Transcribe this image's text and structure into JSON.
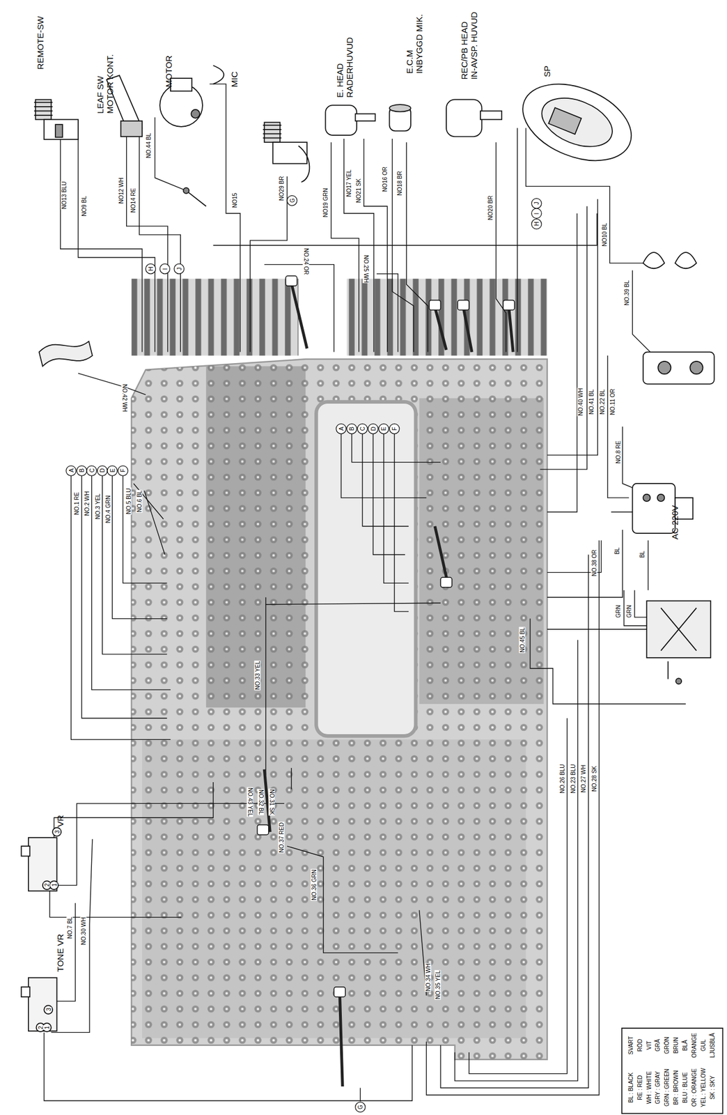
{
  "diagram": {
    "nodes": [
      {
        "text": [
          "REMOTE-SW"
        ]
      },
      {
        "text": [
          "LEAF SW",
          "MOTOR KONT."
        ]
      },
      {
        "text": [
          "MOTOR"
        ]
      },
      {
        "text": [
          "MIC"
        ]
      },
      {
        "text": [
          "E. HEAD",
          "RADERHUVUD"
        ]
      },
      {
        "text": [
          "E.C.M",
          "INBYGGD MIK."
        ]
      },
      {
        "text": [
          "REC/PB HEAD",
          "IN-AVSP. HUVUD"
        ]
      },
      {
        "text": [
          "SP"
        ]
      },
      {
        "text": [
          "AC 220V"
        ]
      },
      {
        "text": [
          "VR"
        ]
      },
      {
        "text": [
          "TONE VR"
        ]
      }
    ],
    "labels": [
      "NO13 BLU",
      "NO9 BL",
      "NO12 WH",
      "NO14 RE",
      "NO.44 BL",
      "NO15",
      "NO29 BR",
      "G",
      "NO19 GRN",
      "NO17 YEL",
      "NO21 SK",
      "NO16 OR",
      "NO18 BR",
      "NO20 BR",
      "NO.24 OR",
      "NO.25 WH",
      "H",
      "I",
      "J",
      "H",
      "I",
      "J",
      "NO10 BL",
      "NO.39 BL",
      "NO.42 WH",
      "NO.40 WH",
      "NO.41 BL",
      "NO.22 BL",
      "NO.11 OR",
      "NO.8 RE",
      "NO.38 OR",
      "BL",
      "BL",
      "GRN",
      "GRN",
      "NO.45 BL",
      "A",
      "B",
      "C",
      "D",
      "E",
      "F",
      "NO.1 RE",
      "NO.2 WH",
      "NO.3 YEL",
      "NO.4 GRN",
      "NO.5 BLU",
      "NO.6 BL",
      "A",
      "B",
      "C",
      "D",
      "E",
      "F",
      "NO.33 YEL",
      "NO.26 BLU",
      "NO.23 BLU",
      "NO.27 WH",
      "NO.28 SK",
      "NO.43 YEL",
      "NO.32 BL",
      "NO.31 SK",
      "NO.37 RED",
      "NO.36 GRN",
      "NO.34 WH",
      "NO.35 YEL",
      "NO.7 BL",
      "NO.30 WH",
      "3",
      "2",
      "1",
      "3",
      "2",
      "1",
      "G",
      "BL : BLACK",
      "SVART",
      "RE : RED",
      "RÖD",
      "WH : WHITE",
      "VIT",
      "GRY : GRAY",
      "GRÅ",
      "GRN : GREEN",
      "GRÖN",
      "BR : BROWN",
      "BRUN",
      "BLU : BLUE",
      "BLÅ",
      "OR : ORANGE",
      "ORANGE",
      "YEL : YELLOW",
      "GUL",
      "SK : SKY",
      "LJUSBLÅ"
    ]
  }
}
